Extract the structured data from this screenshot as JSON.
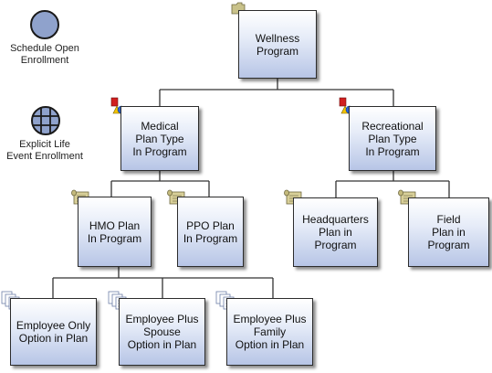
{
  "legend": {
    "schedule_label": "Schedule Open\nEnrollment",
    "explicit_label": "Explicit Life\nEvent Enrollment"
  },
  "nodes": {
    "wellness": "Wellness\nProgram",
    "medical": "Medical\nPlan Type\nIn Program",
    "recreational": "Recreational\nPlan Type\nIn Program",
    "hmo": "HMO Plan\nIn Program",
    "ppo": "PPO Plan\nIn Program",
    "headquarters": "Headquarters\nPlan in\nProgram",
    "field": "Field\nPlan in\nProgram",
    "employee_only": "Employee Only\nOption in Plan",
    "employee_spouse": "Employee Plus\nSpouse\nOption in Plan",
    "employee_family": "Employee Plus\nFamily\nOption in Plan"
  },
  "colors": {
    "node_fill_top": "#ffffff",
    "node_fill_bottom": "#b7c5e6",
    "globe_fill": "#8fa2cc",
    "folder": "#c9c28a",
    "scroll": "#d8cf98"
  }
}
